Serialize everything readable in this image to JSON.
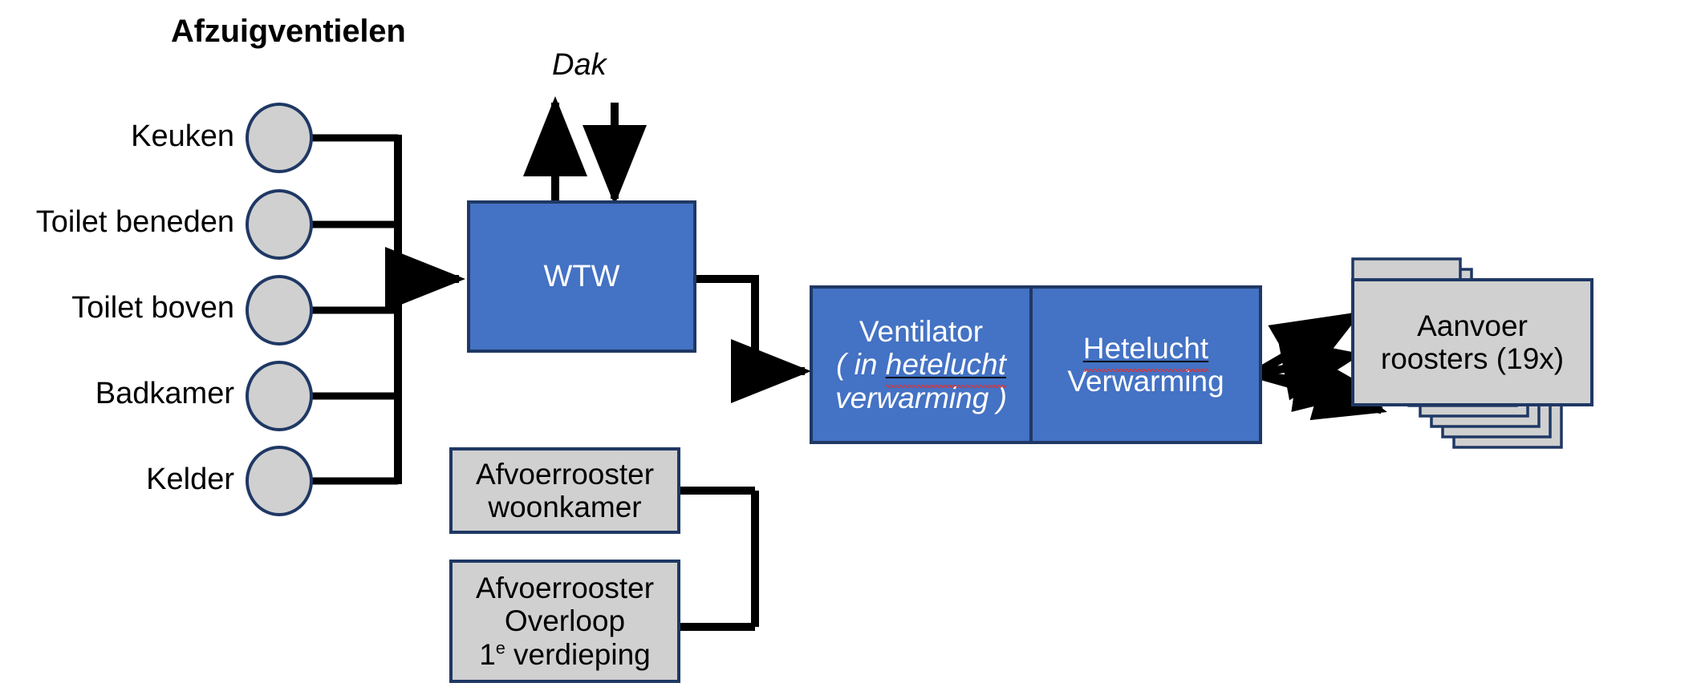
{
  "diagram": {
    "title_heading": "Afzuigventielen",
    "roof_label": "Dak",
    "colors": {
      "box_blue_fill": "#4472C4",
      "box_blue_stroke": "#1F3864",
      "box_gray_fill": "#D0D0D0",
      "box_gray_stroke": "#1F3864",
      "line_black": "#000000",
      "text_white": "#FFFFFF",
      "text_black": "#000000",
      "spellcheck_red": "#E03030",
      "background": "#FFFFFF"
    },
    "extract_valves": [
      {
        "label": "Keuken"
      },
      {
        "label": "Toilet beneden"
      },
      {
        "label": "Toilet boven"
      },
      {
        "label": "Badkamer"
      },
      {
        "label": "Kelder"
      }
    ],
    "wtw_box": {
      "label": "WTW"
    },
    "ventilator_box": {
      "line1": "Ventilator",
      "line2_open": "( in ",
      "line2_spell": "hetelucht",
      "line3": "verwarming )"
    },
    "heating_box": {
      "line1": "Hetelucht",
      "line2": "Verwarming"
    },
    "supply_grilles_box": {
      "line1": "Aanvoer",
      "line2": "roosters (19x)",
      "count_suffix": "19x"
    },
    "exhaust_grilles": [
      {
        "line1": "Afvoerrooster",
        "line2": "woonkamer",
        "line3": ""
      },
      {
        "line1": "Afvoerrooster",
        "line2": "Overloop",
        "line3_pre": "1",
        "line3_sup": "e",
        "line3_post": " verdieping"
      }
    ]
  }
}
